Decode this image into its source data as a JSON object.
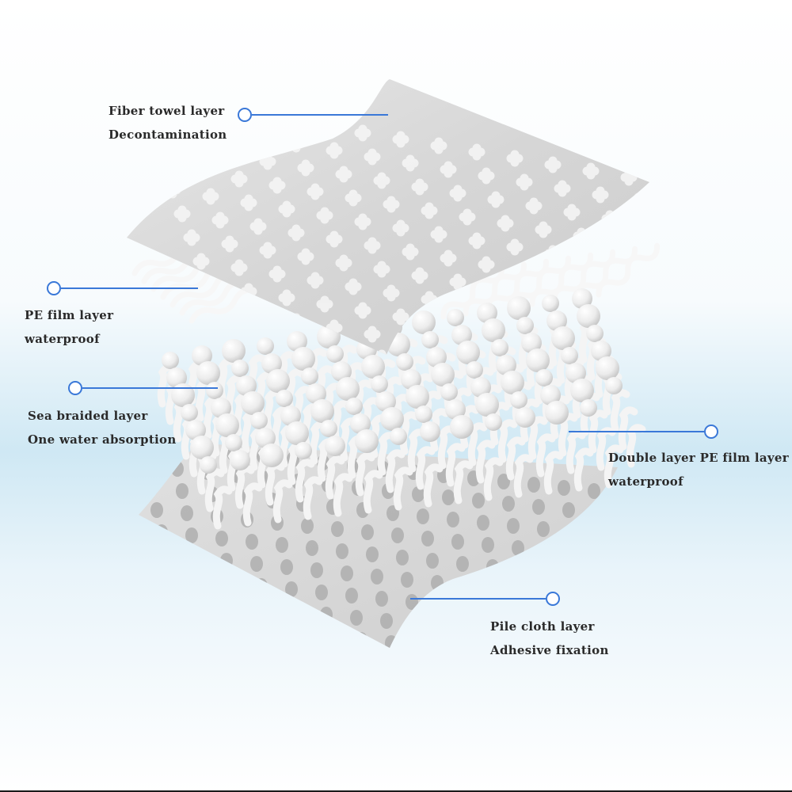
{
  "colors": {
    "accent": "#3a78d8",
    "layer_fill": "#dedede",
    "layer_highlight": "#f2f2f2",
    "label_text": "#2a2a2a"
  },
  "layers": [
    {
      "id": "fiber",
      "name": "Fiber towel layer",
      "function": "Decontamination"
    },
    {
      "id": "pe",
      "name": "PE film layer",
      "function": "waterproof"
    },
    {
      "id": "sea",
      "name": "Sea braided layer",
      "function": "One water absorption"
    },
    {
      "id": "double",
      "name": "Double layer PE film layer",
      "function": "waterproof"
    },
    {
      "id": "pile",
      "name": "Pile cloth layer",
      "function": "Adhesive fixation"
    }
  ]
}
